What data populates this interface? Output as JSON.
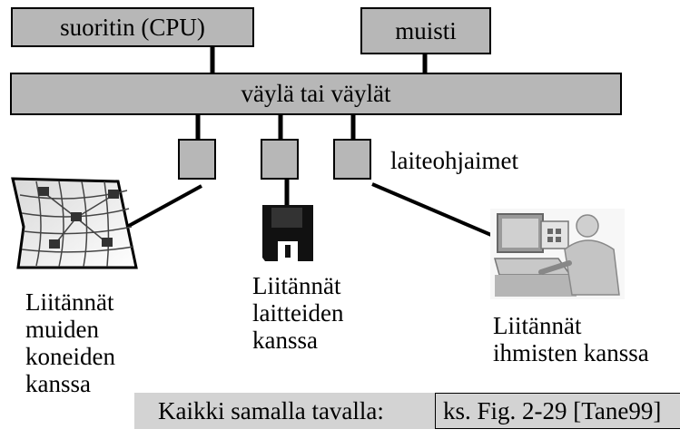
{
  "cpu_label": "suoritin (CPU)",
  "memory_label": "muisti",
  "bus_label": "väylä tai väylät",
  "controllers_label": "laiteohjaimet",
  "network_interface_label": "Liitännät\nmuiden\nkoneiden\nkanssa",
  "device_interface_label": "Liitännät\nlaitteiden\nkanssa",
  "human_interface_label": "Liitännät\nihmisten kanssa",
  "footer_label": "Kaikki samalla tavalla:",
  "footer_reference": "ks. Fig. 2-29 [Tane99]"
}
